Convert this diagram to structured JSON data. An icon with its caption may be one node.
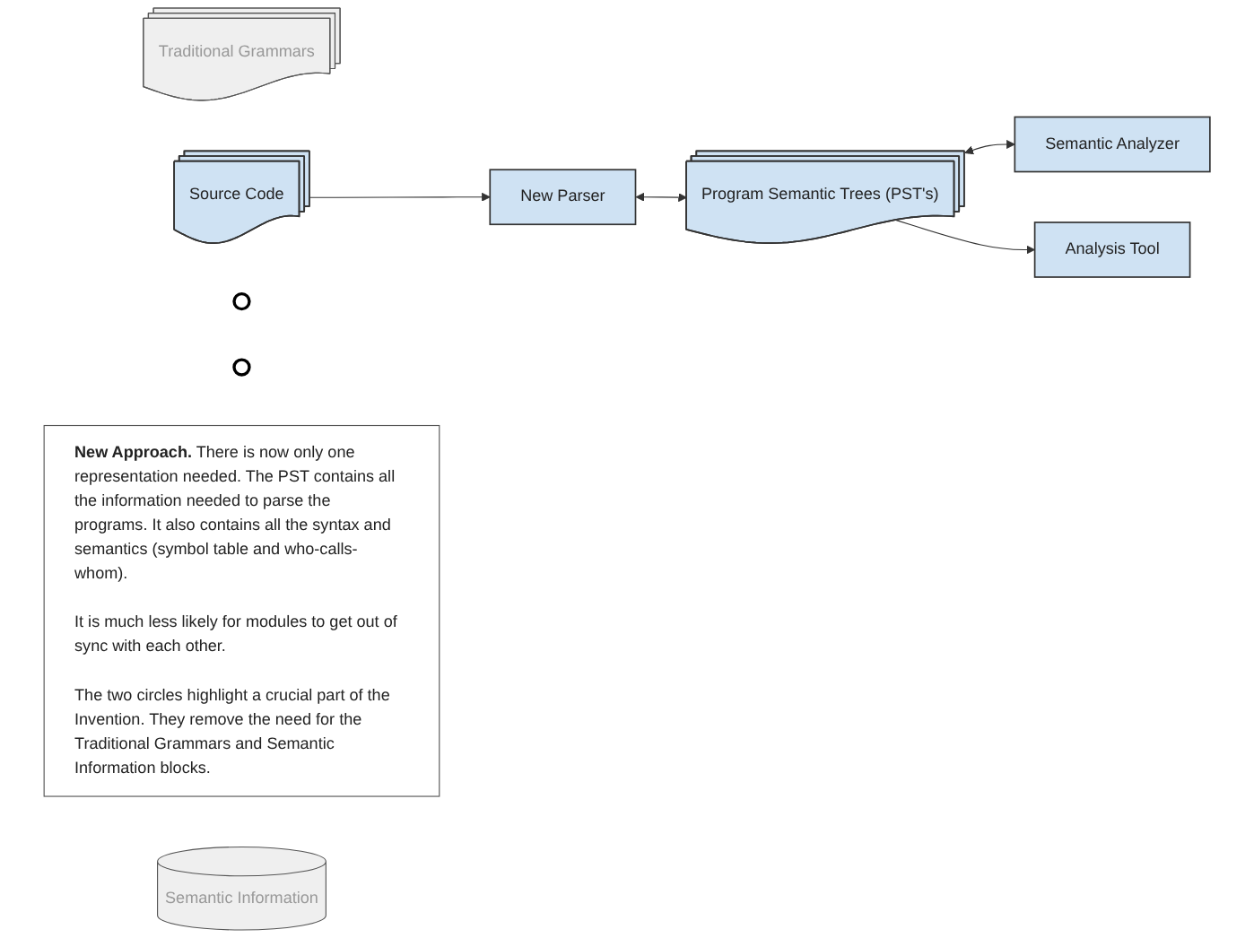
{
  "diagram": {
    "nodes": [
      {
        "text": [
          "Traditional Grammars"
        ]
      },
      {
        "text": [
          "Source Code"
        ]
      },
      {
        "text": [
          "New Parser"
        ]
      },
      {
        "text": [],
        "shape": "circle"
      },
      {
        "text": [
          "Program Semantic Trees (PST's)"
        ]
      },
      {
        "text": [],
        "shape": "circle"
      },
      {
        "text": [
          "Semantic Analyzer"
        ]
      },
      {
        "text": [
          "Analysis Tool"
        ]
      },
      {
        "text": [
          "**New Approach.** There is now only one representation needed. The PST contains all the information needed to parse the programs. It also contains all the syntax and semantics (symbol table and who-calls-whom).",
          "It is much less likely for modules to get out of sync with each other.",
          "The two circles highlight a crucial part of the Invention. They remove the need for the Traditional Grammars and Semantic Information blocks."
        ]
      },
      {
        "text": [
          "Semantic Information"
        ]
      }
    ],
    "edges": [
      {
        "from": 1,
        "to": 2,
        "arrow": "to"
      },
      {
        "from": 2,
        "to": 4,
        "arrow": "both"
      },
      {
        "from": 4,
        "to": 6,
        "arrow": "both"
      },
      {
        "from": 4,
        "to": 7,
        "arrow": "to"
      }
    ]
  }
}
